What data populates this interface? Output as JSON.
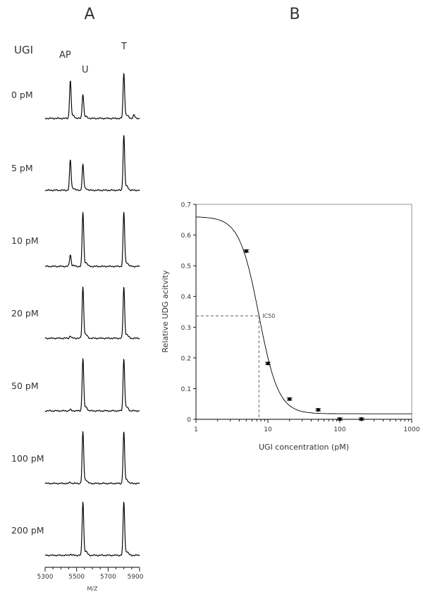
{
  "panel_a_label": "A",
  "panel_b_label": "B",
  "spectra": {
    "header": "UGI",
    "peak_labels": {
      "ap": "AP",
      "u": "U",
      "t": "T"
    },
    "concentrations": [
      "0 pM",
      "5 pM",
      "10 pM",
      "20 pM",
      "50 pM",
      "100 pM",
      "200 pM"
    ],
    "xaxis_ticks": [
      "5300",
      "5500",
      "5700",
      "5900"
    ],
    "xaxis_label": "M/Z"
  },
  "chart_data": [
    {
      "type": "line",
      "panel": "A",
      "xlabel": "M/Z",
      "x_ticks": [
        5300,
        5500,
        5700,
        5900
      ],
      "peak_names": [
        "AP",
        "U",
        "T"
      ],
      "peak_positions_mz": [
        5460,
        5540,
        5800
      ],
      "series": [
        {
          "name": "0 pM",
          "relative_peak_heights": [
            0.65,
            0.42,
            0.78
          ]
        },
        {
          "name": "5 pM",
          "relative_peak_heights": [
            0.52,
            0.44,
            0.95
          ]
        },
        {
          "name": "10 pM",
          "relative_peak_heights": [
            0.2,
            0.93,
            0.93
          ]
        },
        {
          "name": "20 pM",
          "relative_peak_heights": [
            0.04,
            0.88,
            0.88
          ]
        },
        {
          "name": "50 pM",
          "relative_peak_heights": [
            0.02,
            0.9,
            0.9
          ]
        },
        {
          "name": "100 pM",
          "relative_peak_heights": [
            0.02,
            0.88,
            0.88
          ]
        },
        {
          "name": "200 pM",
          "relative_peak_heights": [
            0.02,
            0.92,
            0.92
          ]
        }
      ]
    },
    {
      "type": "scatter",
      "panel": "B",
      "xlabel": "UGI concentration (pM)",
      "ylabel": "Relative UDG acitvity",
      "xscale": "log",
      "xlim": [
        1,
        1000
      ],
      "ylim": [
        0,
        0.7
      ],
      "x_ticks": [
        1,
        10,
        100,
        1000
      ],
      "y_ticks": [
        0,
        0.1,
        0.2,
        0.3,
        0.4,
        0.5,
        0.6,
        0.7
      ],
      "points": [
        {
          "x": 5,
          "y": 0.548
        },
        {
          "x": 10,
          "y": 0.182
        },
        {
          "x": 20,
          "y": 0.066
        },
        {
          "x": 50,
          "y": 0.031
        },
        {
          "x": 100,
          "y": 0.001
        },
        {
          "x": 200,
          "y": 0.001
        }
      ],
      "fit": {
        "top": 0.66,
        "bottom": 0.018,
        "ic50": 7.5,
        "hill": 3.2
      },
      "annotation": {
        "text": "IC50",
        "x": 7.5,
        "y": 0.337
      },
      "grid": false
    }
  ]
}
